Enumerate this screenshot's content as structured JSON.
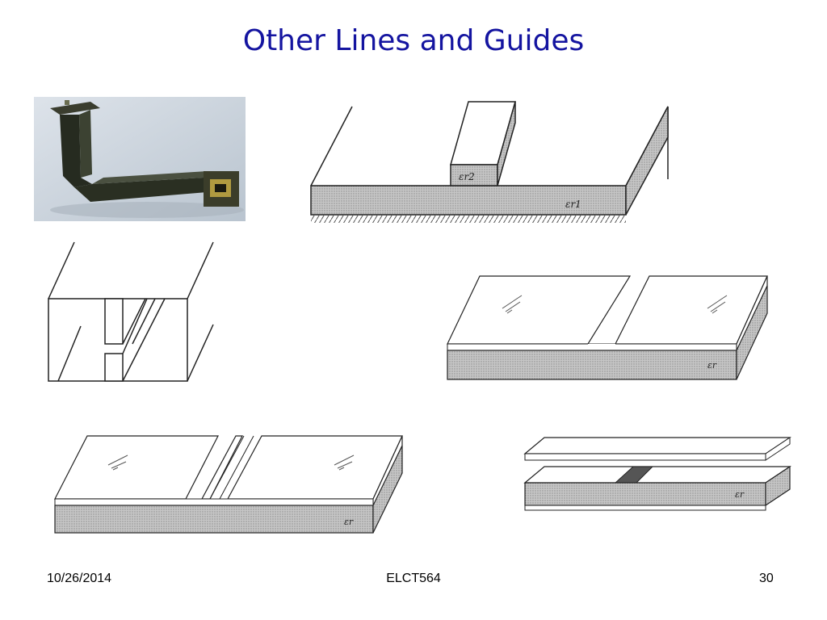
{
  "slide": {
    "title": "Other Lines and Guides",
    "footer_date": "10/26/2014",
    "footer_course": "ELCT564",
    "footer_page": "30"
  },
  "figures": {
    "dielectric_guide": {
      "label_top": "εr2",
      "label_bottom": "εr1"
    },
    "slotline": {
      "label": "εr"
    },
    "coplanar": {
      "label": "εr"
    },
    "covered_microstrip": {
      "label": "εr"
    }
  },
  "colors": {
    "title": "#1414a0",
    "substrate_fill": "#b4b4b4",
    "line": "#222222",
    "photo_bg": "#c9d2dc",
    "waveguide": "#262b20"
  }
}
